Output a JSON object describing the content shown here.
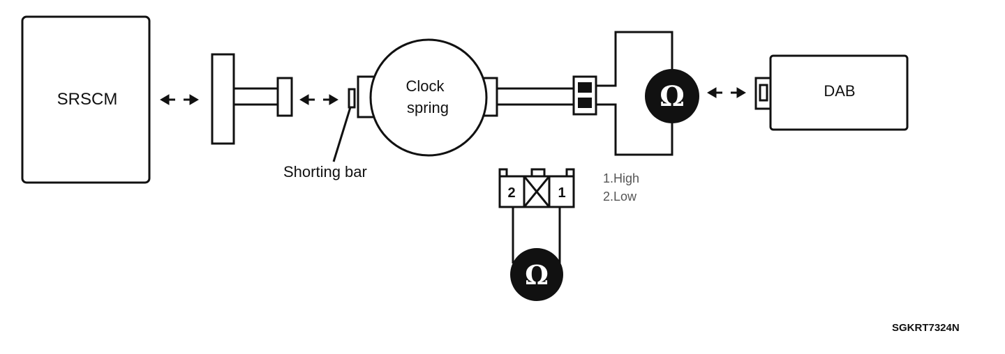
{
  "components": {
    "srscm_label": "SRSCM",
    "clock_spring_line1": "Clock",
    "clock_spring_line2": "spring",
    "dab_label": "DAB",
    "shorting_bar_label": "Shorting bar",
    "ohmmeter_symbol": "Ω"
  },
  "connector": {
    "pin_left": "2",
    "pin_right": "1"
  },
  "legend": {
    "line1": "1.High",
    "line2": "2.Low"
  },
  "figure_code": "SGKRT7324N",
  "icons": {
    "ohmmeter": "ohmmeter-icon",
    "double_arrow": "double-arrow-icon"
  },
  "colors": {
    "ink": "#111111",
    "meter_fill": "#111111",
    "meter_text": "#ffffff",
    "legend_text": "#555555"
  }
}
